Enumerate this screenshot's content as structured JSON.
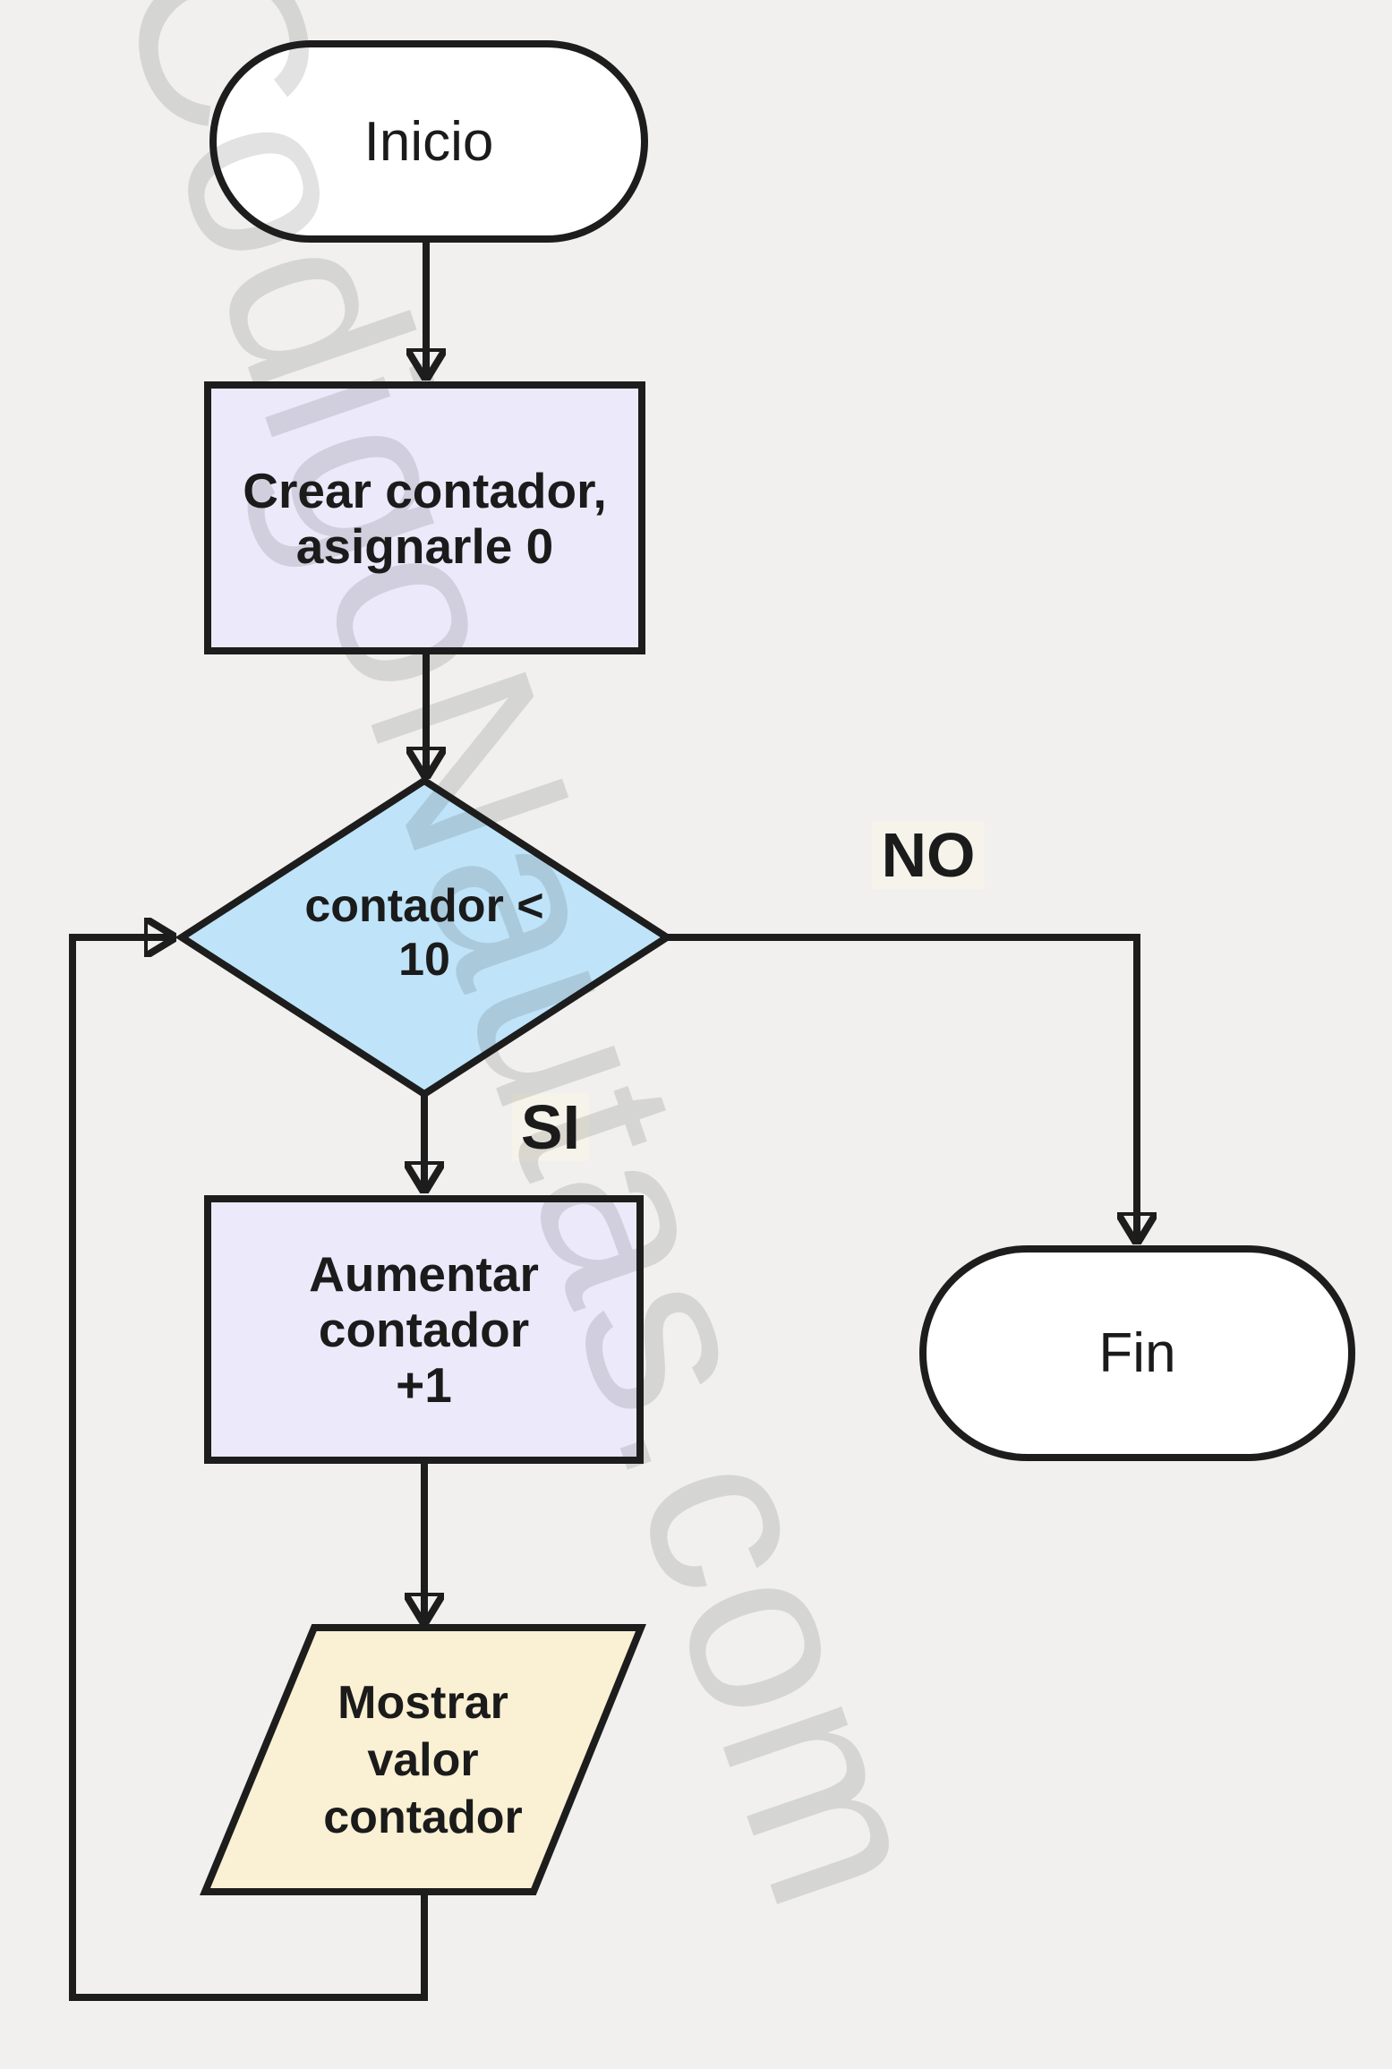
{
  "watermark": "CodigoNautas.com",
  "colors": {
    "background": "#f1f0ef",
    "stroke": "#1d1d1d",
    "terminal_fill": "#ffffff",
    "process_fill": "#ece9fa",
    "decision_fill": "#bfe4f9",
    "io_fill": "#faf0d3",
    "edge_label_bg": "#f6f3ea",
    "watermark_gray": "#d9d9d9",
    "text": "#1b1b1b"
  },
  "nodes": {
    "start": {
      "type": "terminal",
      "label": "Inicio"
    },
    "create": {
      "type": "process",
      "line1": "Crear contador,",
      "line2": "asignarle 0"
    },
    "decision": {
      "type": "decision",
      "line1": "contador <",
      "line2": "10"
    },
    "increment": {
      "type": "process",
      "line1": "Aumentar contador",
      "line2": "+1"
    },
    "display": {
      "type": "input-output",
      "line1": "Mostrar",
      "line2": "valor",
      "line3": "contador"
    },
    "end": {
      "type": "terminal",
      "label": "Fin"
    }
  },
  "edge_labels": {
    "no": "NO",
    "yes": "SI"
  }
}
